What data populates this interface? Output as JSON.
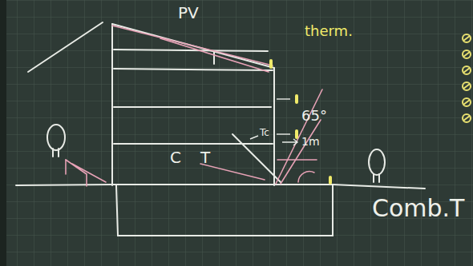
{
  "diagram": {
    "labels": [
      "PV",
      "therm.",
      "65°",
      "1m",
      "Tc",
      "C",
      "T",
      "Comb.T"
    ]
  }
}
